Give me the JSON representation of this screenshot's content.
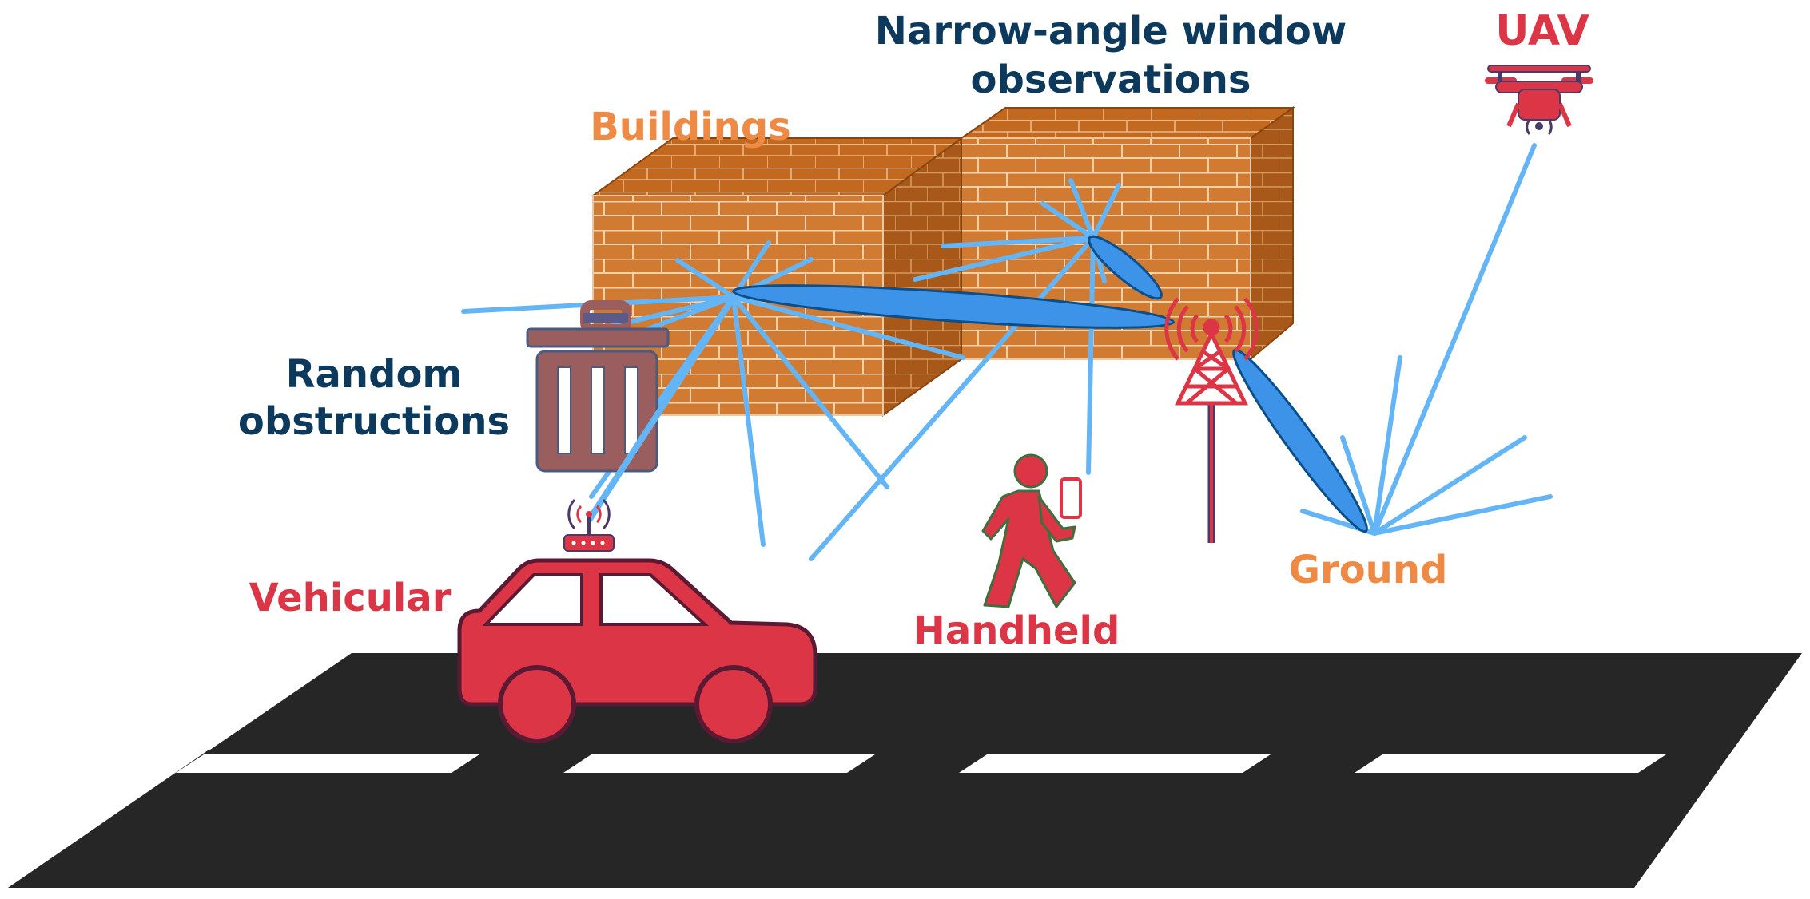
{
  "labels": {
    "narrow_line1": "Narrow-angle window",
    "narrow_line2": "observations",
    "uav": "UAV",
    "buildings": "Buildings",
    "random_line1": "Random",
    "random_line2": "obstructions",
    "vehicular": "Vehicular",
    "handheld": "Handheld",
    "ground": "Ground"
  },
  "colors": {
    "navy": "#0d3a5c",
    "red": "#dc3545",
    "orange": "#ee8a44",
    "brick": "#d17a32",
    "brick_dark": "#a85818",
    "ray": "#64b5f6",
    "beam": "#3d93e8",
    "road": "#262626",
    "bin": "#9b5e5e"
  },
  "icons": [
    "uav-drone-icon",
    "cell-tower-icon",
    "trash-bin-icon",
    "router-icon",
    "car-icon",
    "pedestrian-phone-icon"
  ]
}
